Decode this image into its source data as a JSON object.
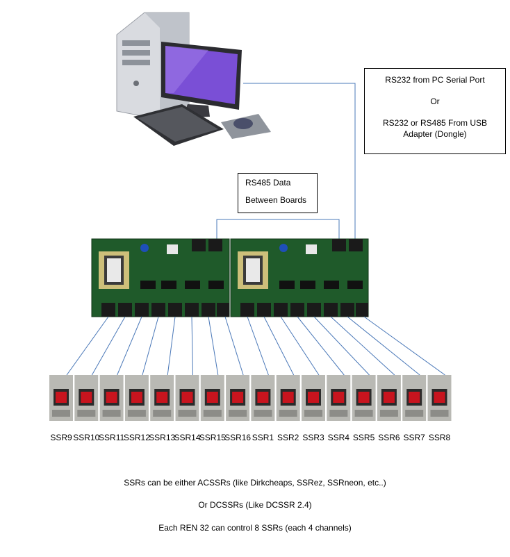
{
  "callouts": {
    "serial": {
      "line1": "RS232 from PC Serial Port",
      "line2": "Or",
      "line3": "RS232 or RS485 From USB",
      "line4": "Adapter (Dongle)"
    },
    "rs485": {
      "line1": "RS485 Data",
      "line2": "Between Boards"
    }
  },
  "ssr_labels": [
    "SSR9",
    "SSR10",
    "SSR11",
    "SSR12",
    "SSR13",
    "SSR14",
    "SSR15",
    "SSR16",
    "SSR1",
    "SSR2",
    "SSR3",
    "SSR4",
    "SSR5",
    "SSR6",
    "SSR7",
    "SSR8"
  ],
  "notes": {
    "line1": "SSRs can be either ACSSRs (like Dirkcheaps, SSRez, SSRneon, etc..)",
    "line2": "Or DCSSRs (Like DCSSR 2.4)",
    "line3": "Each REN 32 can control 8 SSRs (each 4 channels)"
  },
  "colors": {
    "board": "#1f5a2a",
    "wire": "#4a78b8",
    "ssr_body": "#b9b9b4",
    "ssr_red": "#c8141e"
  },
  "icons": [
    "computer-icon",
    "controller-board-icon",
    "ssr-module-icon"
  ]
}
